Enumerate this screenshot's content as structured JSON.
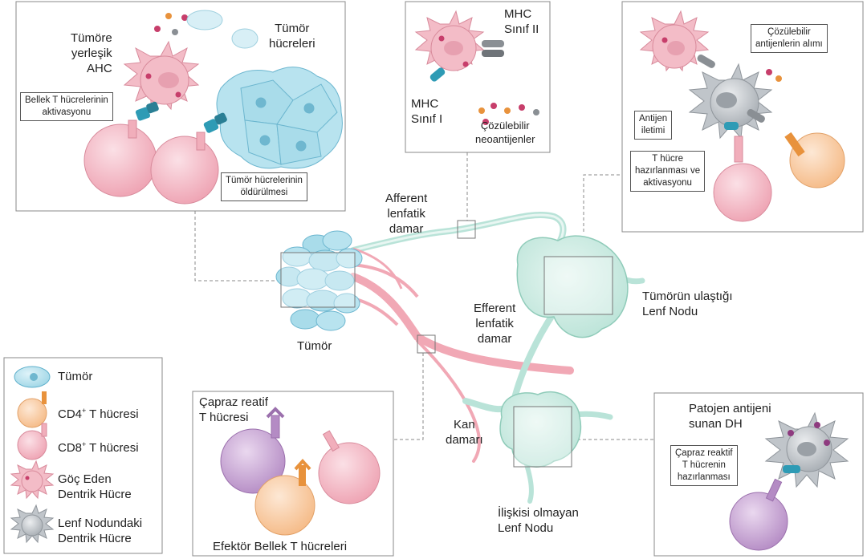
{
  "colors": {
    "tumor": "#a9dcea",
    "tumor_stroke": "#5fb0cc",
    "cd4": "#f8c79c",
    "cd8": "#f1aebb",
    "dc": "#f3b9c4",
    "ln_dc": "#b7bcc2",
    "lymph": "#bfe6dc",
    "blood": "#ef9fad",
    "receptor_teal": "#2e9bb5",
    "mhc_grey": "#8a8f94"
  },
  "panels": {
    "top_left": {
      "title_dc": "Tümöre\nyerleşik\nAHC",
      "title_tumor": "Tümör\nhücreleri",
      "callout_memory": "Bellek T hücrelerinin\naktivasyonu",
      "callout_killing": "Tümör hücrelerinin\nöldürülmesi"
    },
    "top_middle": {
      "mhc2": "MHC\nSınıf II",
      "mhc1": "MHC\nSınıf I",
      "neo": "Çözülebilir\nneoantijenler"
    },
    "top_right": {
      "uptake": "Çözülebilir\nantijenlerin alımı",
      "transfer": "Antijen\niletimi",
      "priming": "T hücre\nhazırlanması ve\naktivasyonu"
    },
    "bottom_middle": {
      "cross": "Çapraz reatif\nT hücresi",
      "effector": "Efektör Bellek T hücreleri"
    },
    "bottom_right": {
      "pathogen": "Patojen antijeni\nsunan DH",
      "cross_priming": "Çapraz reaktif\nT hücrenin\nhazırlanması"
    }
  },
  "center": {
    "afferent": "Afferent\nlenfatik\ndamar",
    "efferent": "Efferent\nlenfatik\ndamar",
    "tumor": "Tümör",
    "node_tumor": "Tümörün ulaştığı\nLenf Nodu",
    "blood": "Kan\ndamarı",
    "node_other": "İlişkisi olmayan\nLenf Nodu"
  },
  "legend": {
    "tumor": "Tümör",
    "cd4": "CD4",
    "cd4_suffix": " T hücresi",
    "cd8": "CD8",
    "cd8_suffix": " T hücresi",
    "sup": "+",
    "dc": "Göç Eden\nDentrik Hücre",
    "ln_dc": "Lenf Nodundaki\nDentrik Hücre"
  }
}
